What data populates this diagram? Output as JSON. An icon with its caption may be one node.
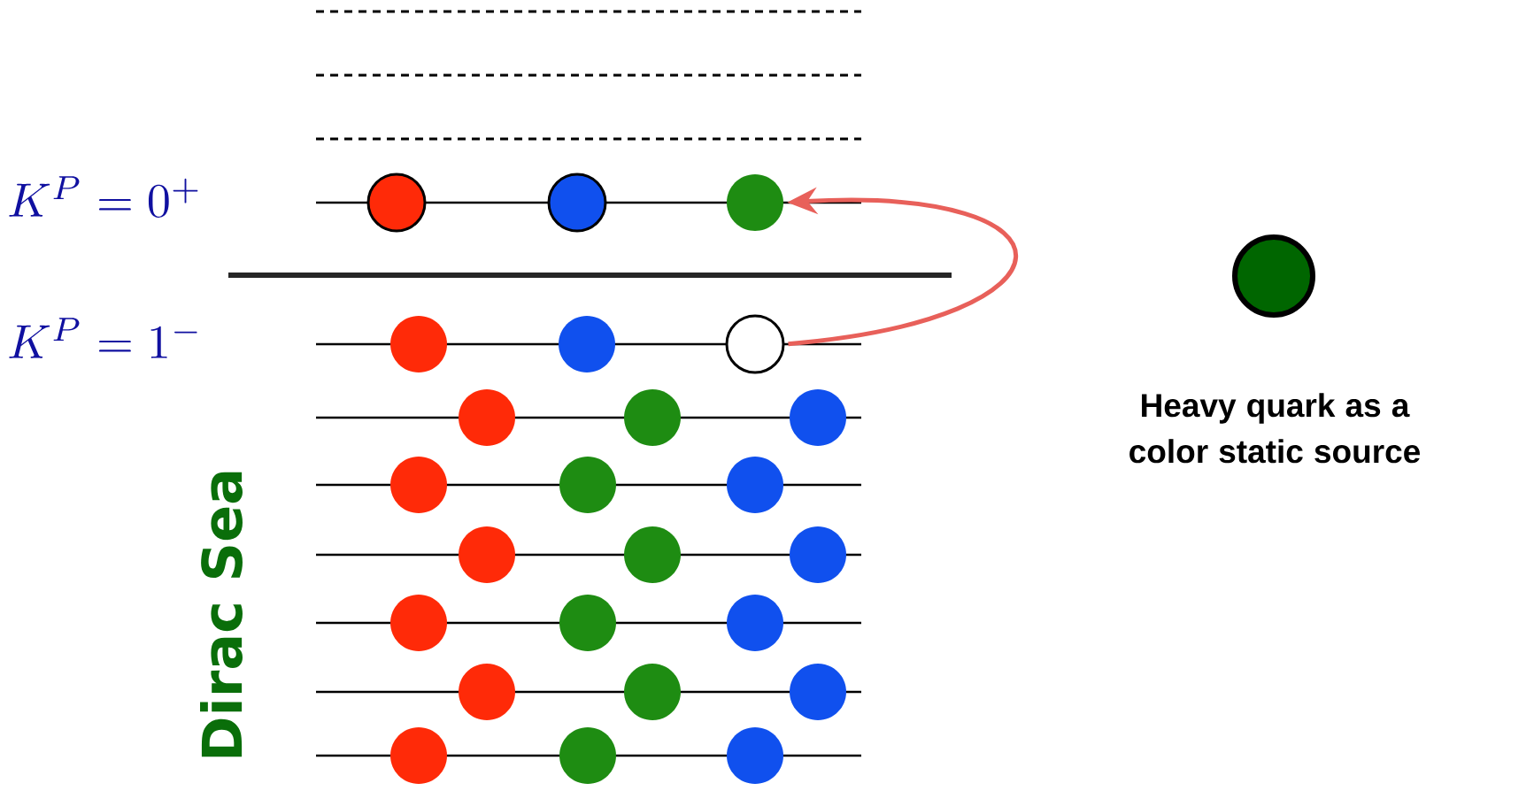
{
  "diagram": {
    "nodes": [
      {
        "text": [],
        "shape": "circle"
      },
      {
        "text": [],
        "shape": "circle"
      },
      {
        "text": [],
        "shape": "circle"
      },
      {
        "text": [],
        "shape": "circle"
      },
      {
        "text": [],
        "shape": "circle"
      },
      {
        "text": [],
        "shape": "circle"
      },
      {
        "text": [],
        "shape": "circle"
      },
      {
        "text": [],
        "shape": "circle"
      },
      {
        "text": [],
        "shape": "circle"
      },
      {
        "text": [],
        "shape": "circle"
      },
      {
        "text": [],
        "shape": "circle"
      },
      {
        "text": [],
        "shape": "circle"
      },
      {
        "text": [],
        "shape": "circle"
      },
      {
        "text": [],
        "shape": "circle"
      },
      {
        "text": [],
        "shape": "circle"
      },
      {
        "text": [],
        "shape": "circle"
      },
      {
        "text": [],
        "shape": "circle"
      },
      {
        "text": [],
        "shape": "circle"
      },
      {
        "text": [],
        "shape": "circle"
      },
      {
        "text": [],
        "shape": "circle"
      },
      {
        "text": [],
        "shape": "circle"
      },
      {
        "text": [],
        "shape": "circle"
      },
      {
        "text": [],
        "shape": "circle"
      },
      {
        "text": [],
        "shape": "circle"
      },
      {
        "text": [
          "Heavy quark as a color static source"
        ]
      }
    ],
    "edges": [
      {
        "from": 5,
        "to": 2,
        "arrow": "to",
        "color": "#e8605a"
      }
    ],
    "labels": [
      "K^P = 0^+",
      "K^P = 1^-",
      "Dirac Sea"
    ]
  }
}
